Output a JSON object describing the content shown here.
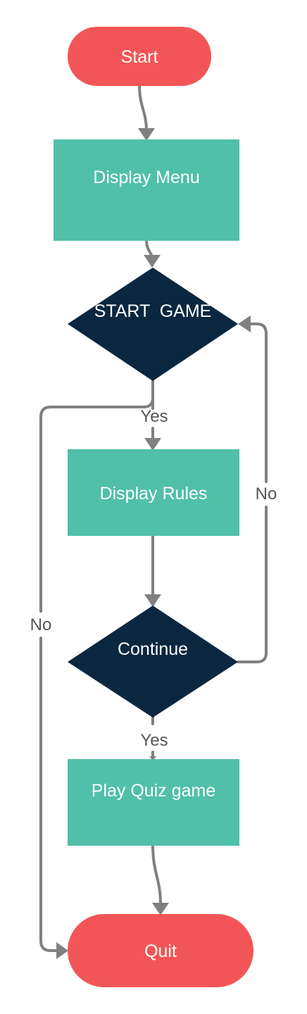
{
  "diagram": {
    "nodes": {
      "start": "Start",
      "display_menu": "Display Menu",
      "start_game": "START  GAME",
      "display_rules": "Display Rules",
      "continue": "Continue",
      "play_quiz": "Play Quiz game",
      "quit": "Quit"
    },
    "edge_labels": {
      "start_game_yes": "Yes",
      "start_game_no": "No",
      "continue_yes": "Yes",
      "continue_no": "No"
    }
  },
  "colors": {
    "terminal": "#f25557",
    "process": "#50c0a8",
    "decision": "#0b2740",
    "connector": "#808080"
  }
}
